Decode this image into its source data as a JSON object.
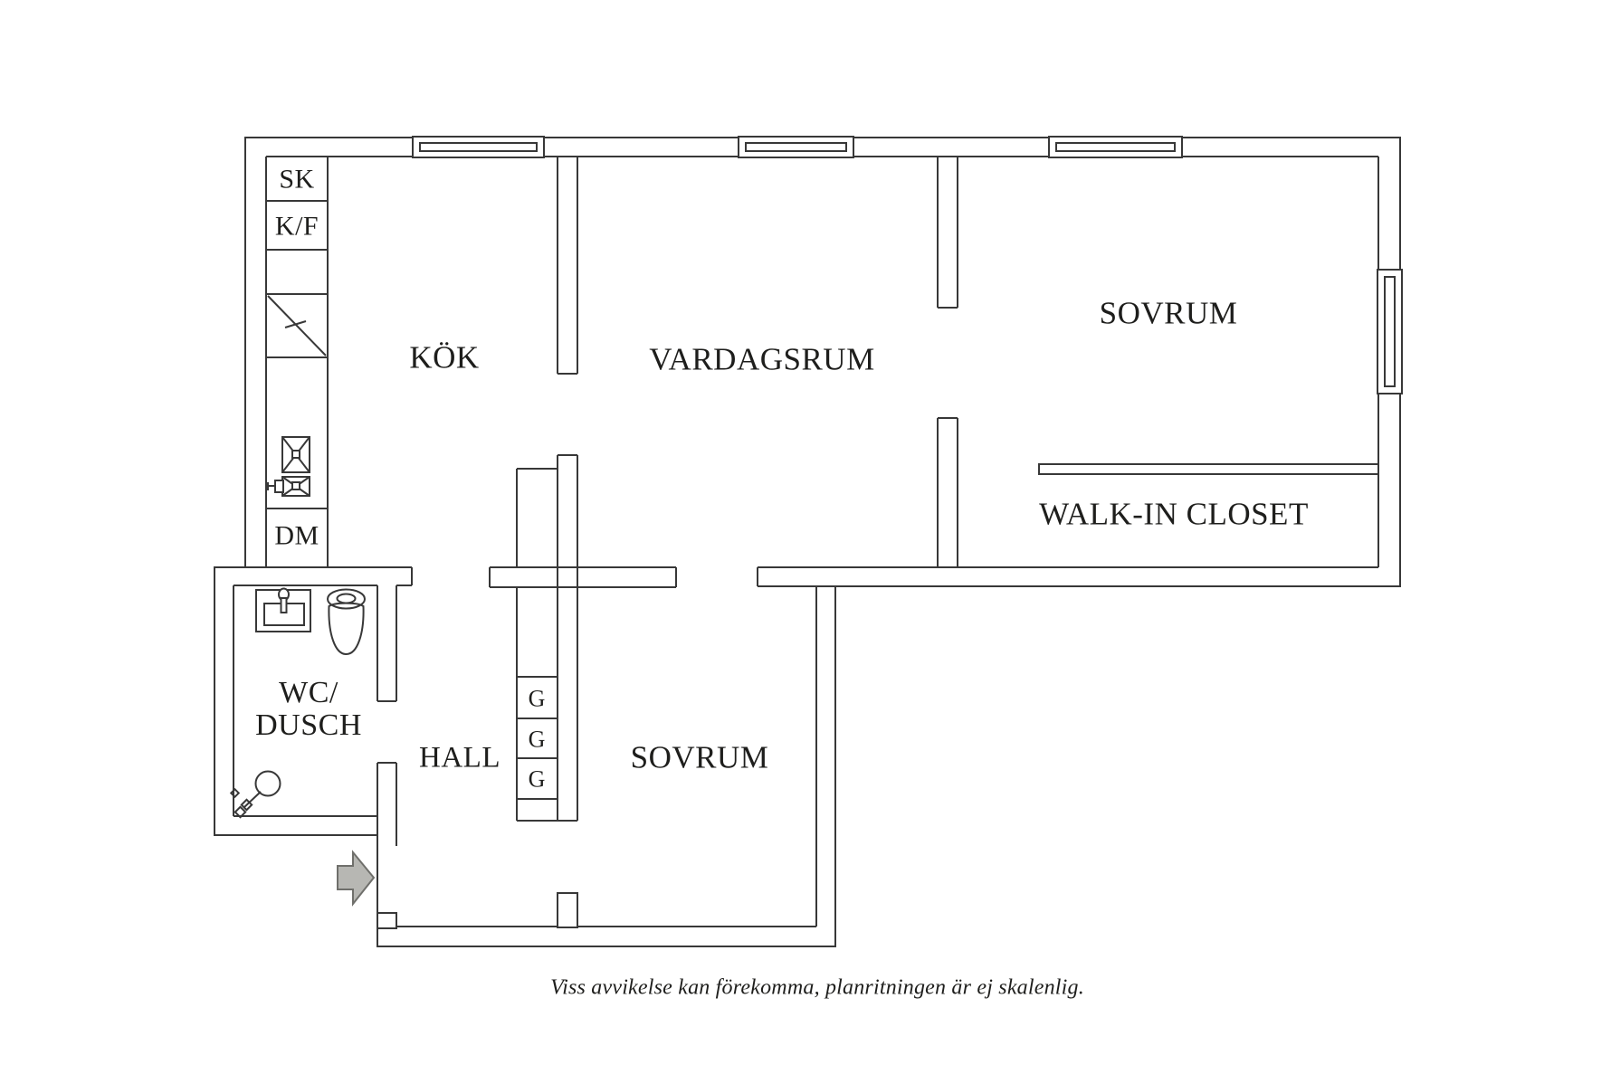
{
  "title": "Apartment floor plan",
  "labels": {
    "kok": "KÖK",
    "vardagsrum": "VARDAGSRUM",
    "sovrum_top": "SOVRUM",
    "walk_in_closet": "WALK-IN CLOSET",
    "wc_line1": "WC/",
    "wc_line2": "DUSCH",
    "hall": "HALL",
    "sovrum_bottom": "SOVRUM",
    "closet_sk": "SK",
    "fridge_freezer": "K/F",
    "dishwasher": "DM",
    "wardrobe_g1": "G",
    "wardrobe_g2": "G",
    "wardrobe_g3": "G"
  },
  "caption": "Viss avvikelse kan förekomma, planritningen är ej skalenlig.",
  "colors": {
    "line": "#383838",
    "text": "#1e1e1c",
    "arrow_fill": "#b7b7b3",
    "arrow_stroke": "#6f6f6b",
    "background": "#ffffff"
  }
}
